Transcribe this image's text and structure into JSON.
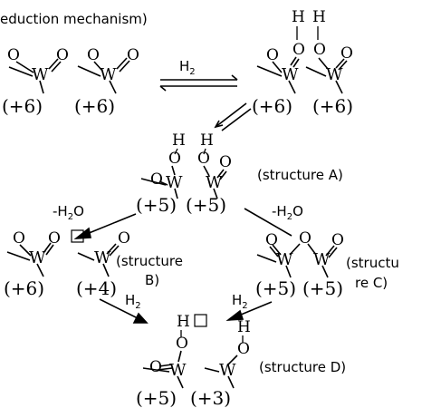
{
  "title": "eduction mechanism)",
  "atoms": {
    "O": "O",
    "W": "W",
    "H": "H"
  },
  "ox": {
    "p6": "(+6)",
    "p5": "(+5)",
    "p4": "(+4)",
    "p3": "(+3)"
  },
  "reagents": {
    "h2": "H",
    "h2_sub": "2",
    "minus_h2o_pre": "-H",
    "h2o_sub": "2",
    "h2o_post": "O"
  },
  "labels": {
    "structure_a": "(structure A)",
    "structure_b_1": "(structure",
    "structure_b_2": "B)",
    "structure_c_1": "(structu",
    "structure_c_2": "re C)",
    "structure_d": "(structure D)"
  }
}
